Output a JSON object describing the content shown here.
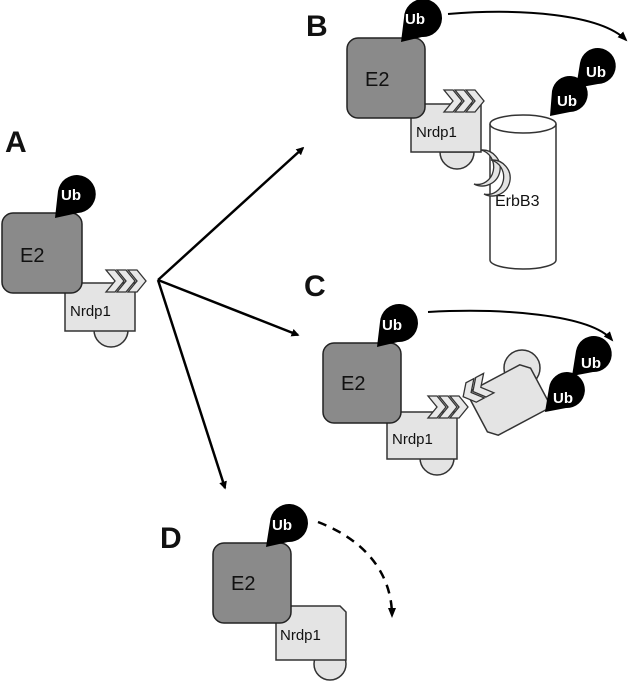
{
  "panels": {
    "a": "A",
    "b": "B",
    "c": "C",
    "d": "D"
  },
  "labels": {
    "e2": "E2",
    "nrdp1": "Nrdp1",
    "ub": "Ub",
    "erbb3": "ErbB3"
  },
  "colors": {
    "e2_fill": "#8a8a8a",
    "light_fill": "#e4e4e4",
    "ub_fill": "#000000",
    "line": "#000000"
  }
}
